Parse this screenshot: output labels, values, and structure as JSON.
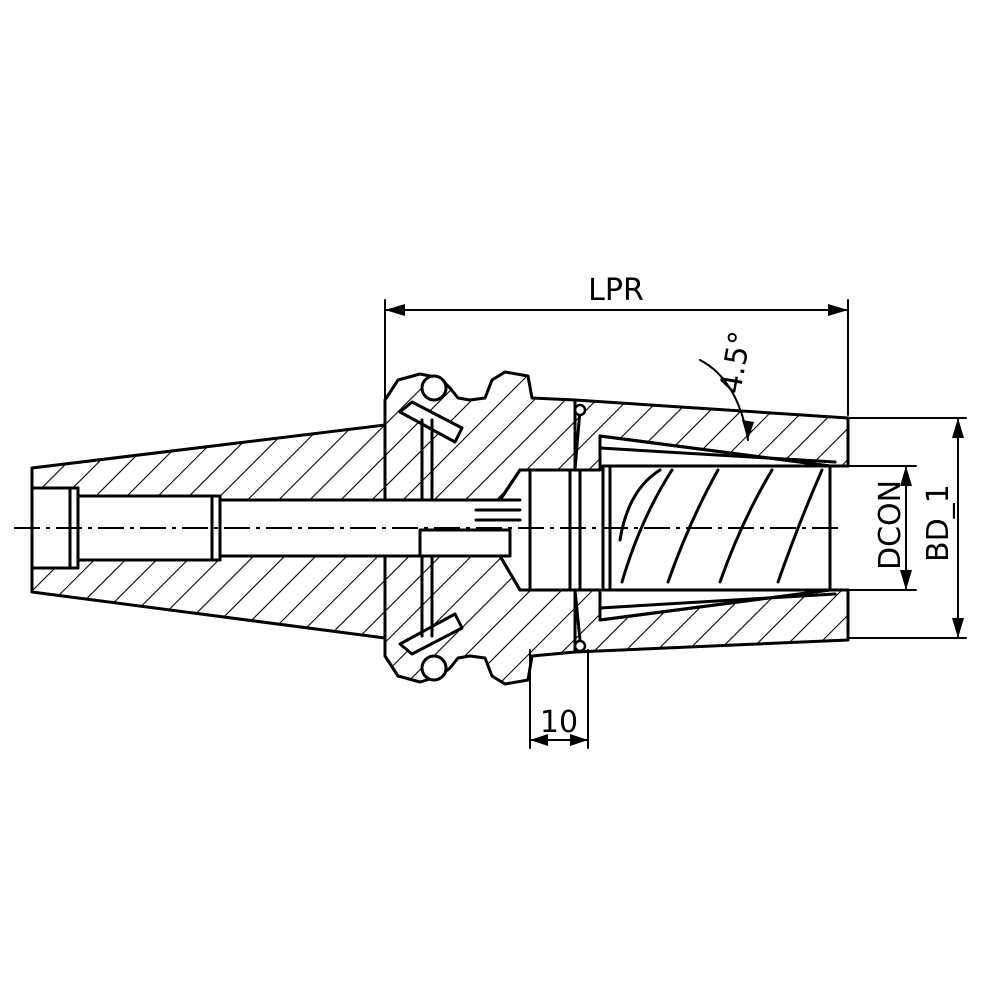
{
  "drawing": {
    "labels": {
      "lpr": "LPR",
      "angle": "4.5°",
      "dcon": "DCON",
      "bd": "BD_1",
      "gap": "10"
    },
    "colors": {
      "line": "#000000",
      "background": "#ffffff"
    }
  }
}
